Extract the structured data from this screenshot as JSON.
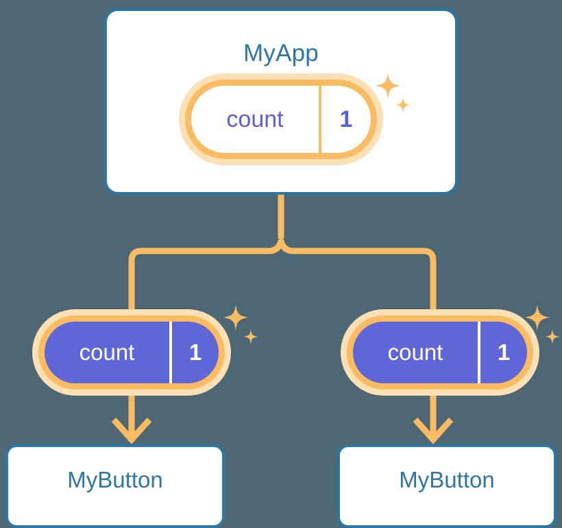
{
  "diagram": {
    "title_nodes": {
      "root": "MyApp",
      "child_left": "MyButton",
      "child_right": "MyButton"
    },
    "state_pills": [
      {
        "id": "root-state",
        "key": "count",
        "value": "1",
        "style": "light"
      },
      {
        "id": "left-state",
        "key": "count",
        "value": "1",
        "style": "filled"
      },
      {
        "id": "right-state",
        "key": "count",
        "value": "1",
        "style": "filled"
      }
    ],
    "decorations": {
      "sparkle_large": "sparkle-icon",
      "sparkle_small": "sparkle-icon"
    },
    "connector": {
      "kind": "tree-branch",
      "arrowheads": 2
    },
    "colors": {
      "background": "#4d6874",
      "card_border": "#2c77a6",
      "card_fill": "#ffffff",
      "title_text": "#2c77a6",
      "pill_ring": "#fabc62",
      "pill_glow": "#fde0b4",
      "pill_fill_filled": "#5f66d7",
      "pill_text_light": "#5a5fd4",
      "pill_text_filled": "#ffffff",
      "connector": "#fabc62"
    }
  }
}
